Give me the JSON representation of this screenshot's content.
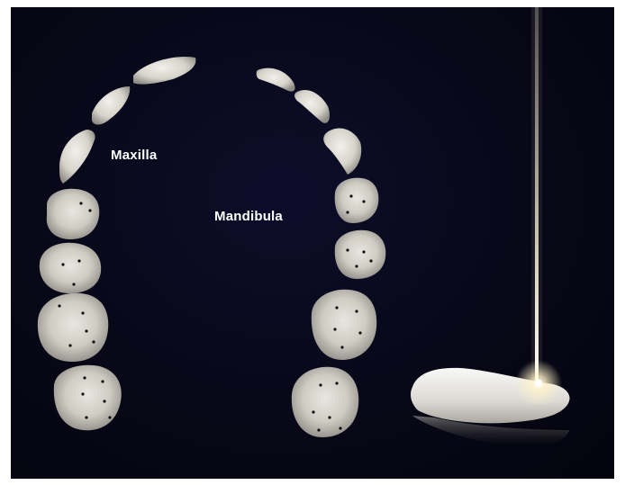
{
  "labels": {
    "maxilla": "Maxilla",
    "mandibula": "Mandibula"
  },
  "colors": {
    "background": "#070716",
    "tooth": "#dedbd3",
    "tooth_shadow": "#9a9890",
    "light_beam": "#fff6d8"
  },
  "scene": {
    "left_arch_teeth": [
      "incisor-central",
      "incisor-lateral",
      "canine",
      "premolar-first",
      "premolar-second",
      "molar-first",
      "molar-second"
    ],
    "right_arch_teeth": [
      "incisor-central",
      "incisor-lateral",
      "canine",
      "premolar-first",
      "premolar-second",
      "molar-first",
      "molar-second"
    ],
    "extra_object": "isolated-tooth-on-light-beam"
  }
}
